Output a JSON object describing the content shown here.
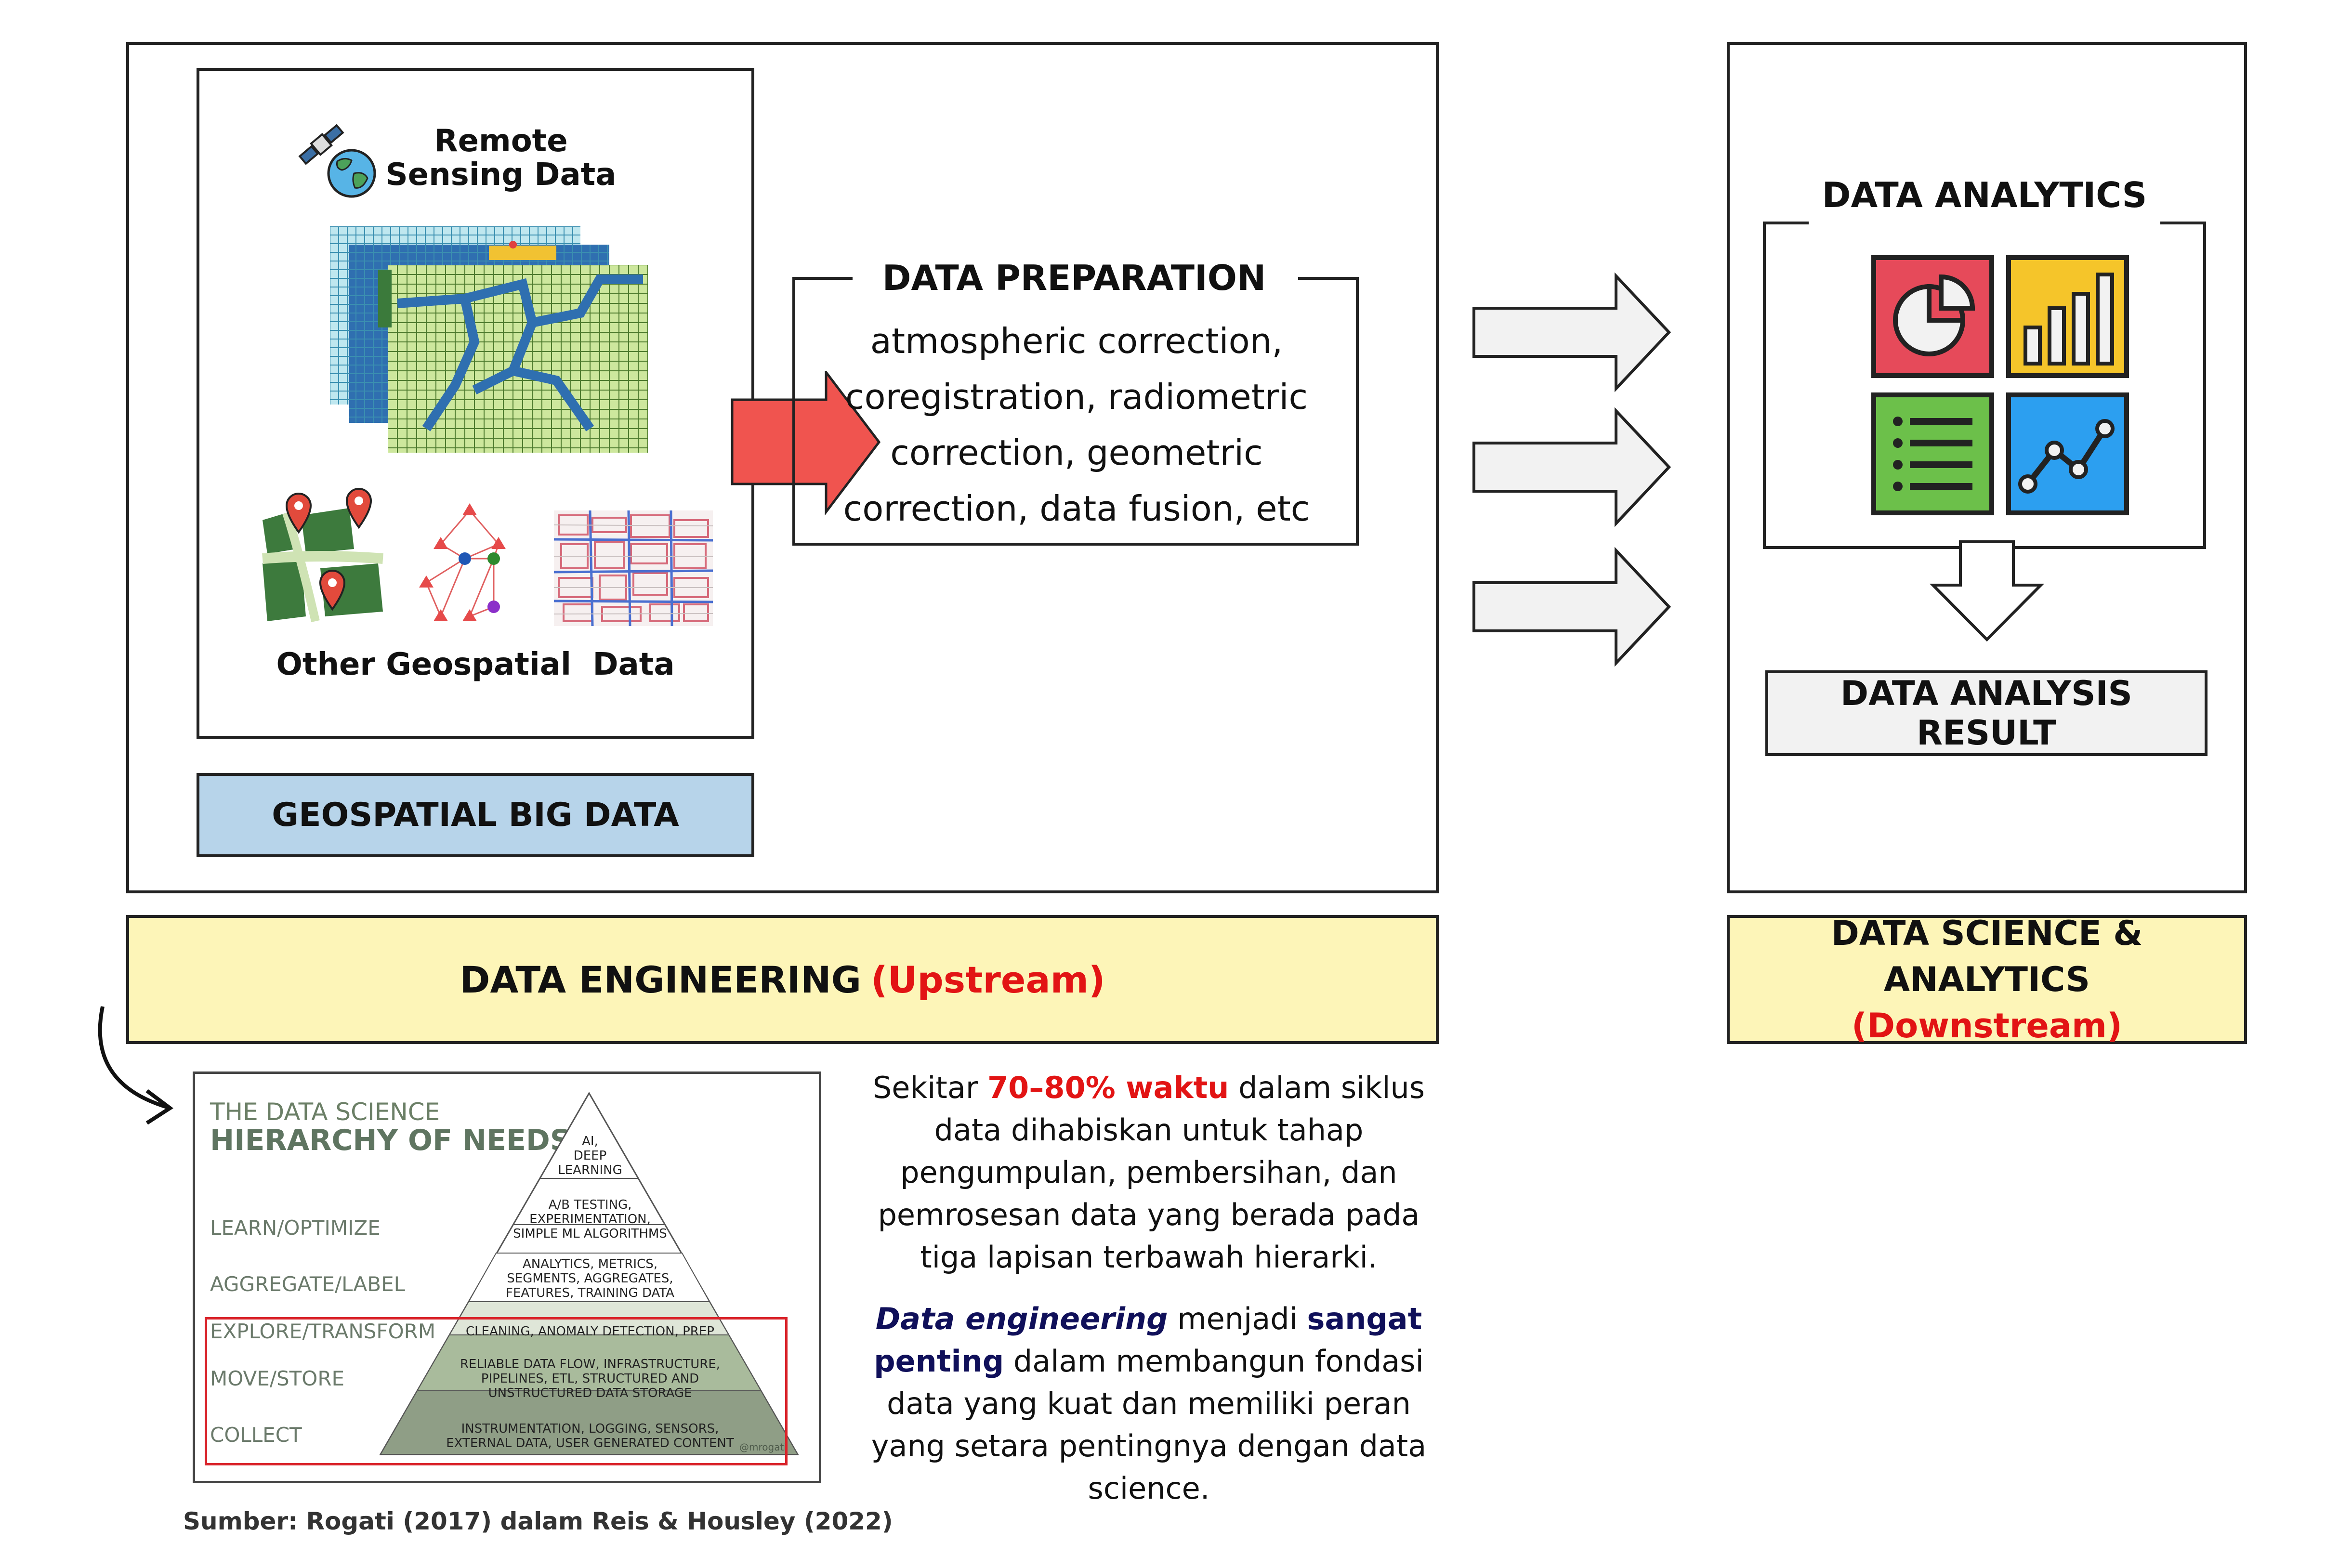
{
  "remote_sensing": {
    "title_line1": "Remote",
    "title_line2": "Sensing Data"
  },
  "other_geo": {
    "title": "Other Geospatial  Data"
  },
  "geospatial_big_data": {
    "label": "GEOSPATIAL BIG DATA"
  },
  "data_preparation": {
    "title": "DATA PREPARATION",
    "lines": [
      "atmospheric correction,",
      "coregistration, radiometric",
      "correction, geometric",
      "correction, data fusion, etc"
    ]
  },
  "data_analytics": {
    "title": "DATA ANALYTICS"
  },
  "data_analysis_result": {
    "label": "DATA ANALYSIS RESULT"
  },
  "data_engineering": {
    "label": "DATA ENGINEERING",
    "highlight": "(Upstream)"
  },
  "data_science": {
    "line1": "DATA SCIENCE & ANALYTICS",
    "line2": "(Downstream)"
  },
  "pyramid": {
    "title_line1": "THE DATA SCIENCE",
    "title_line2": "HIERARCHY OF NEEDS",
    "left_labels": [
      "LEARN/OPTIMIZE",
      "AGGREGATE/LABEL",
      "EXPLORE/TRANSFORM",
      "MOVE/STORE",
      "COLLECT"
    ],
    "tiers": [
      [
        "AI,",
        "DEEP",
        "LEARNING"
      ],
      [
        "A/B TESTING,",
        "EXPERIMENTATION,",
        "SIMPLE ML ALGORITHMS"
      ],
      [
        "ANALYTICS, METRICS,",
        "SEGMENTS, AGGREGATES,",
        "FEATURES, TRAINING DATA"
      ],
      [
        "CLEANING, ANOMALY DETECTION, PREP"
      ],
      [
        "RELIABLE DATA FLOW, INFRASTRUCTURE,",
        "PIPELINES, ETL, STRUCTURED AND",
        "UNSTRUCTURED DATA STORAGE"
      ],
      [
        "INSTRUMENTATION, LOGGING, SENSORS,",
        "EXTERNAL DATA, USER GENERATED CONTENT"
      ]
    ],
    "credit": "@mrogati",
    "source": "Sumber: Rogati (2017) dalam Reis & Housley (2022)"
  },
  "paragraph1": {
    "t1": "Sekitar ",
    "t2": "70–80% waktu",
    "t3": " dalam siklus",
    "l2": "data dihabiskan untuk tahap",
    "l3": "pengumpulan, pembersihan, dan",
    "l4": "pemrosesan data yang berada pada",
    "l5": "tiga lapisan terbawah hierarki."
  },
  "paragraph2": {
    "t1": "Data engineering",
    "t2": " menjadi ",
    "t3": "sangat",
    "l2a": "penting",
    "l2b": " dalam membangun fondasi",
    "l3": "data yang kuat dan memiliki peran",
    "l4": "yang setara pentingnya dengan data",
    "l5": "science."
  },
  "colors": {
    "red_accent": "#e21414",
    "navy_accent": "#10105a",
    "yellow_band": "#fdf5b8",
    "blue_label": "#b7d4ea",
    "prep_arrow": "#f0544f",
    "pyramid_highlight": "#d9232a"
  },
  "icons": [
    "satellite-icon",
    "globe-icon",
    "raster-grid-icon",
    "map-pins-icon",
    "network-graph-icon",
    "street-map-icon",
    "pie-chart-icon",
    "bar-chart-icon",
    "list-icon",
    "line-chart-icon",
    "curved-arrow-icon"
  ]
}
